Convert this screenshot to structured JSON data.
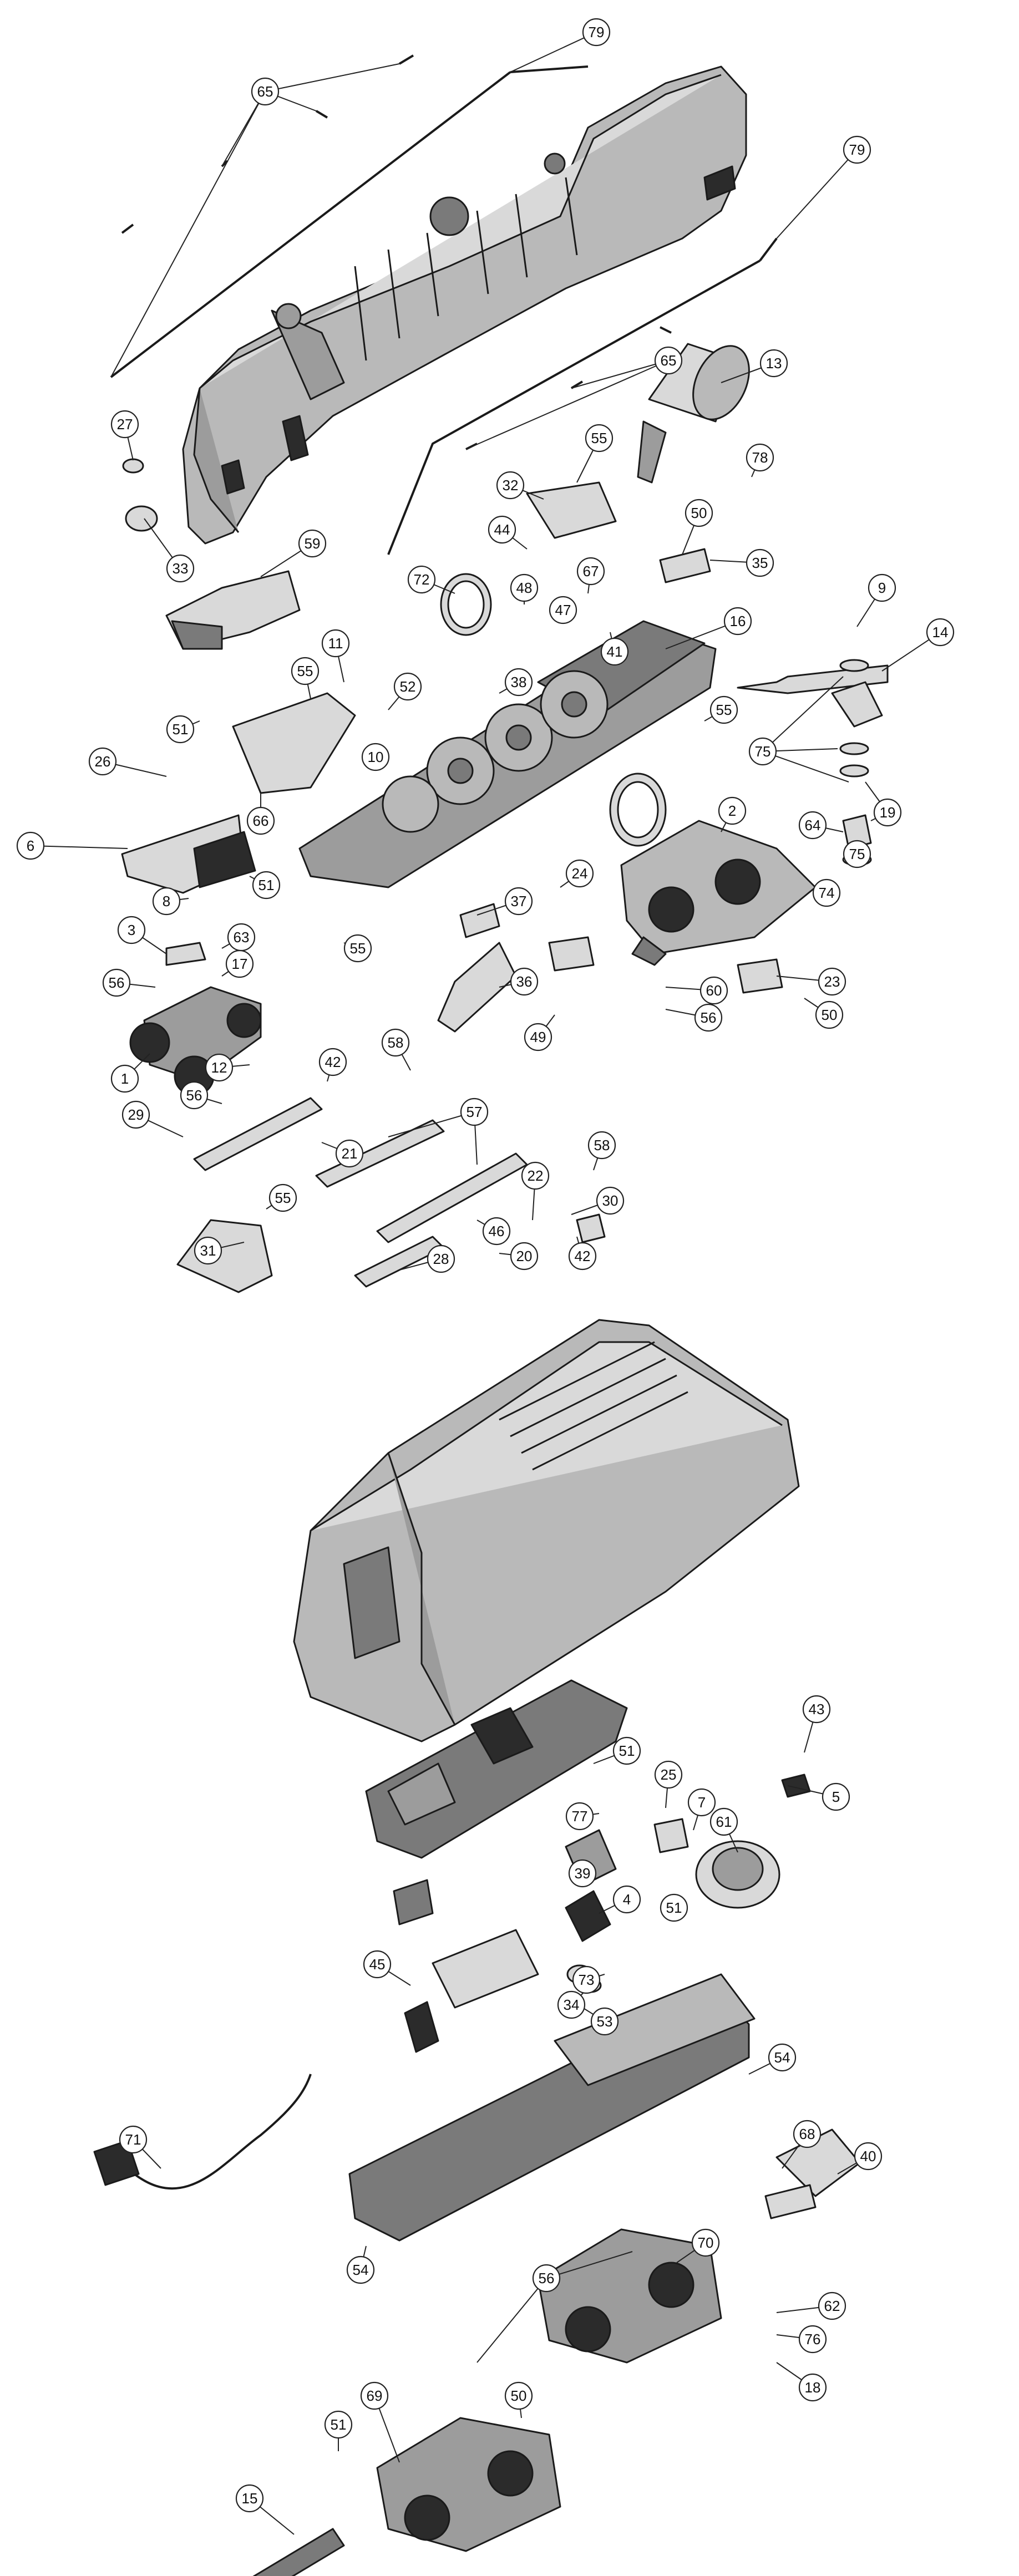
{
  "callouts": [
    "79",
    "65",
    "79",
    "65",
    "13",
    "27",
    "55",
    "78",
    "32",
    "44",
    "50",
    "33",
    "59",
    "72",
    "48",
    "67",
    "35",
    "47",
    "9",
    "41",
    "14",
    "16",
    "11",
    "38",
    "55",
    "52",
    "51",
    "55",
    "26",
    "10",
    "75",
    "19",
    "66",
    "2",
    "64",
    "6",
    "51",
    "75",
    "74",
    "24",
    "8",
    "37",
    "3",
    "63",
    "55",
    "17",
    "60",
    "23",
    "56",
    "36",
    "56",
    "50",
    "58",
    "49",
    "1",
    "12",
    "42",
    "56",
    "57",
    "29",
    "21",
    "55",
    "58",
    "22",
    "30",
    "31",
    "46",
    "20",
    "42",
    "28",
    "43",
    "51",
    "5",
    "25",
    "7",
    "77",
    "61",
    "39",
    "51",
    "4",
    "45",
    "73",
    "34",
    "53",
    "54",
    "68",
    "71",
    "40",
    "54",
    "70",
    "56",
    "62",
    "76",
    "18",
    "51",
    "69",
    "50",
    "15"
  ]
}
